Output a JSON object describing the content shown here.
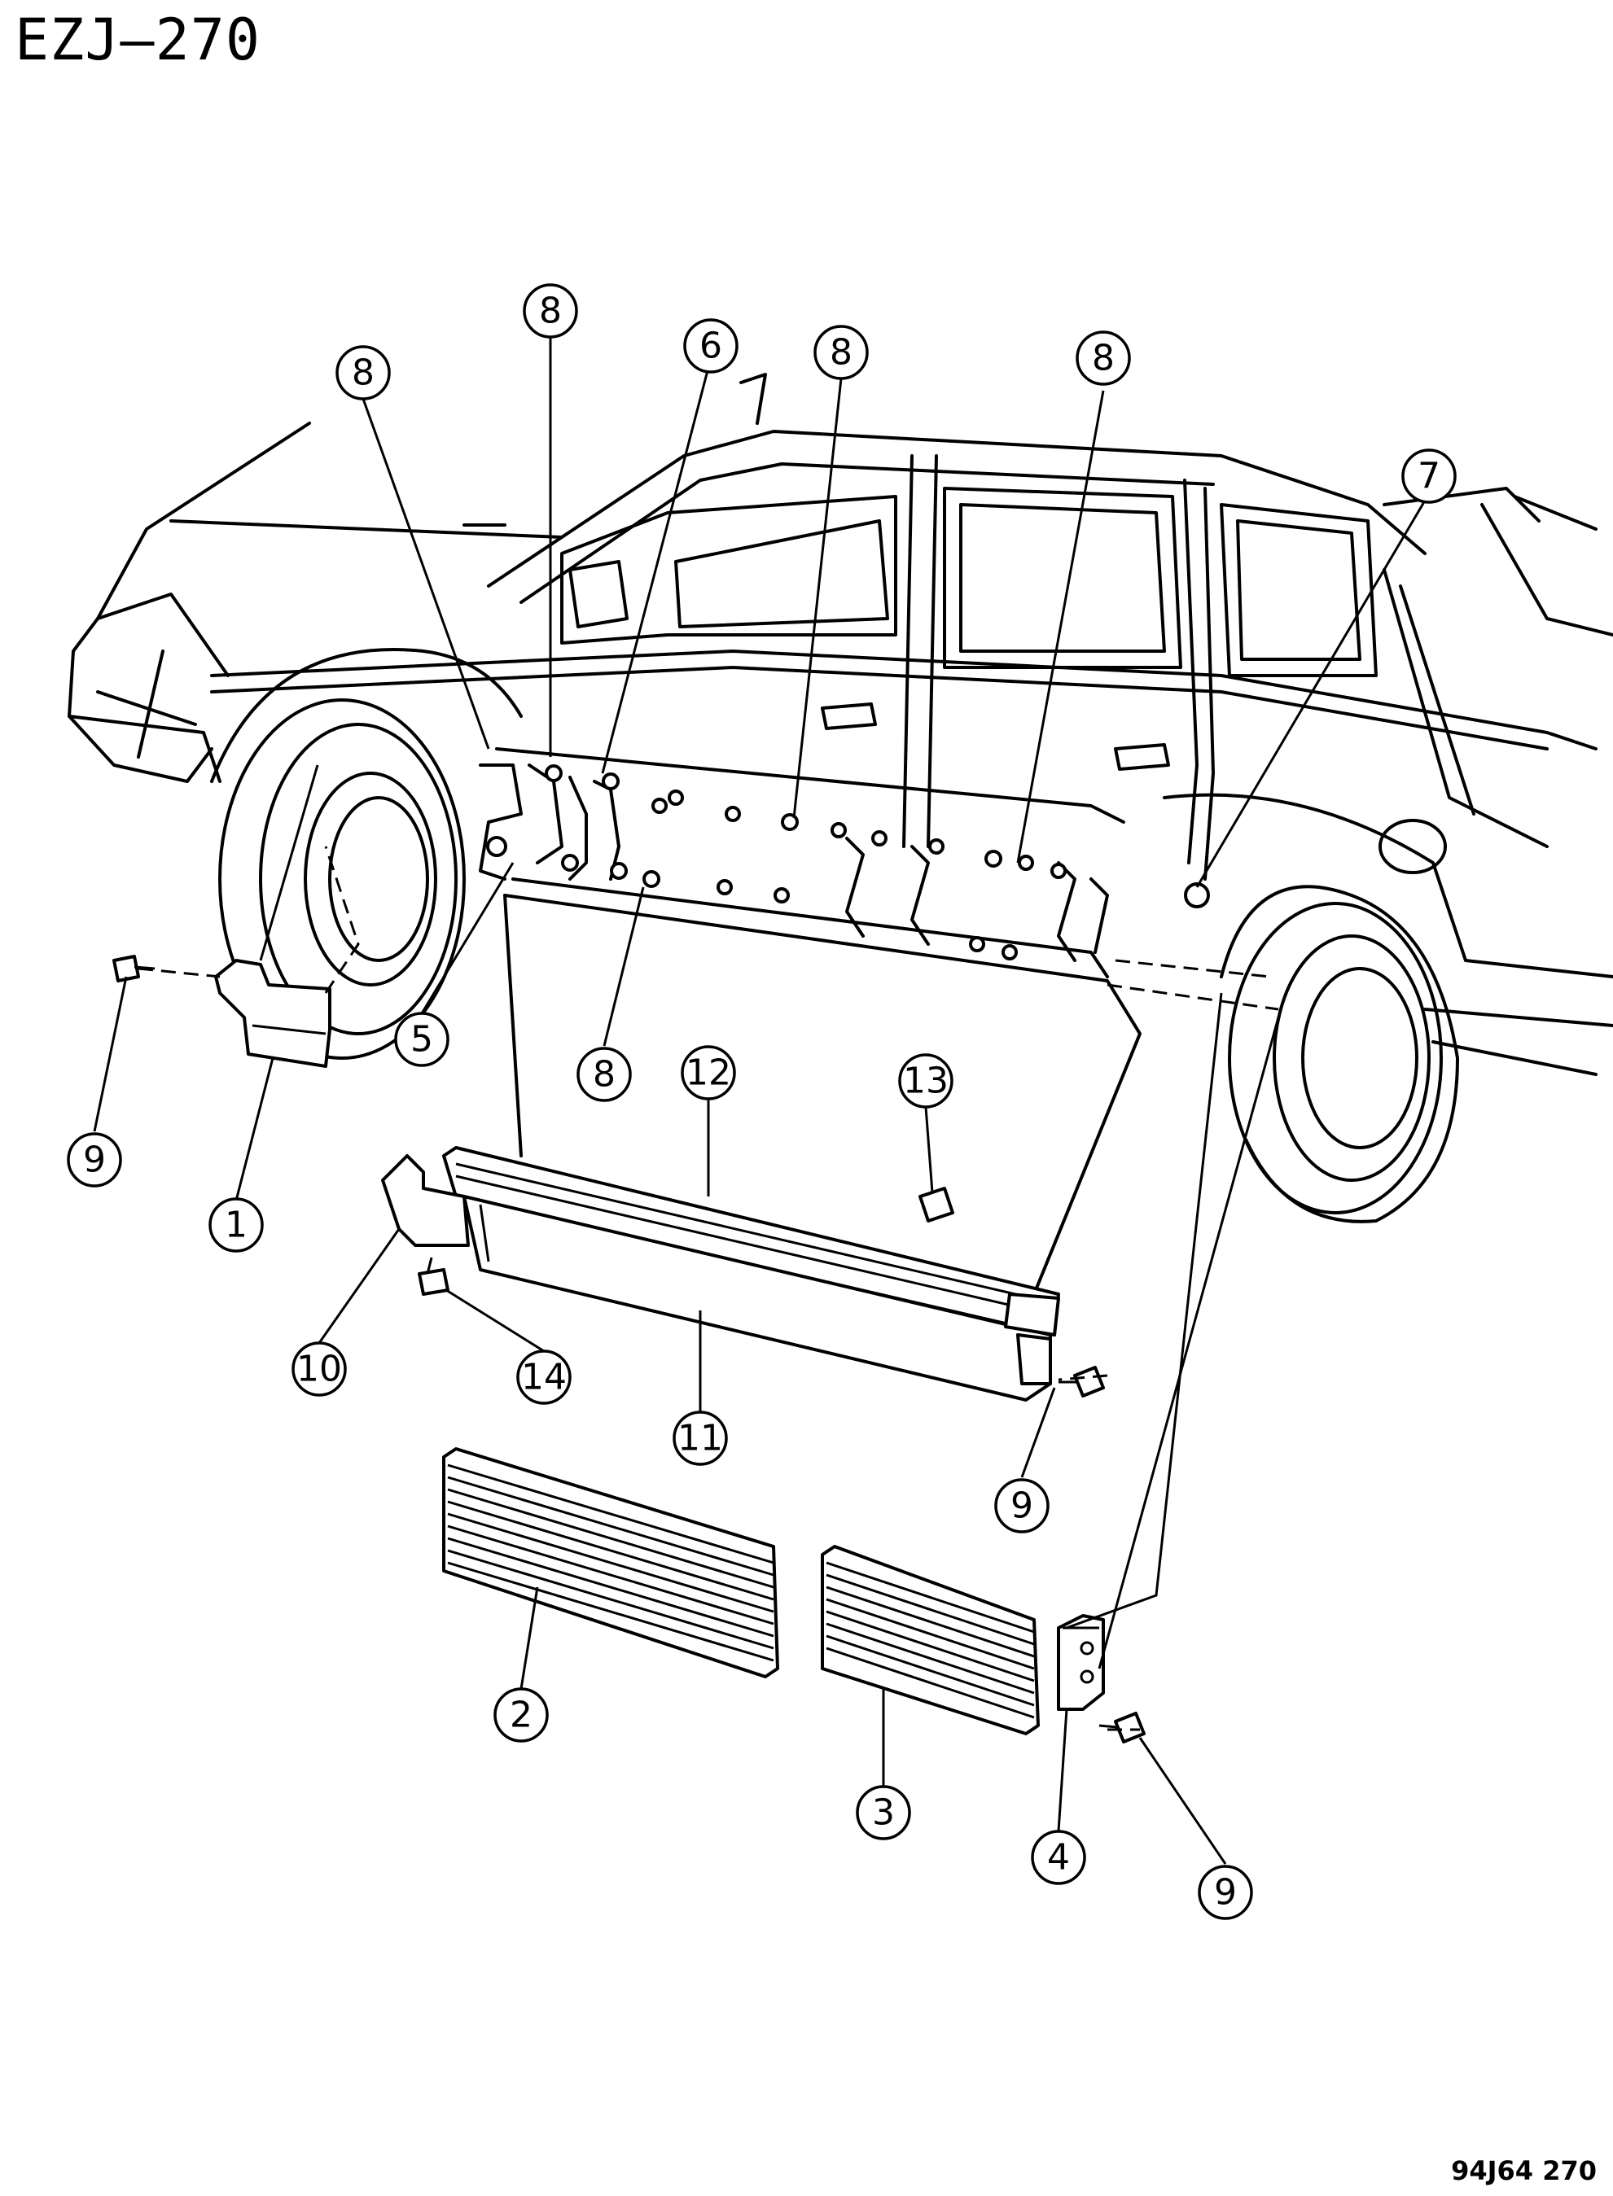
{
  "title": "EZJ–270",
  "figure_ref": "94J64 270",
  "callouts": [
    {
      "id": "c1",
      "label": "1"
    },
    {
      "id": "c2",
      "label": "2"
    },
    {
      "id": "c3",
      "label": "3"
    },
    {
      "id": "c4",
      "label": "4"
    },
    {
      "id": "c5",
      "label": "5"
    },
    {
      "id": "c6",
      "label": "6"
    },
    {
      "id": "c7",
      "label": "7"
    },
    {
      "id": "c8a",
      "label": "8"
    },
    {
      "id": "c8b",
      "label": "8"
    },
    {
      "id": "c8c",
      "label": "8"
    },
    {
      "id": "c8d",
      "label": "8"
    },
    {
      "id": "c8e",
      "label": "8"
    },
    {
      "id": "c9a",
      "label": "9"
    },
    {
      "id": "c9b",
      "label": "9"
    },
    {
      "id": "c9c",
      "label": "9"
    },
    {
      "id": "c10",
      "label": "10"
    },
    {
      "id": "c11",
      "label": "11"
    },
    {
      "id": "c12",
      "label": "12"
    },
    {
      "id": "c13",
      "label": "13"
    },
    {
      "id": "c14",
      "label": "14"
    }
  ]
}
